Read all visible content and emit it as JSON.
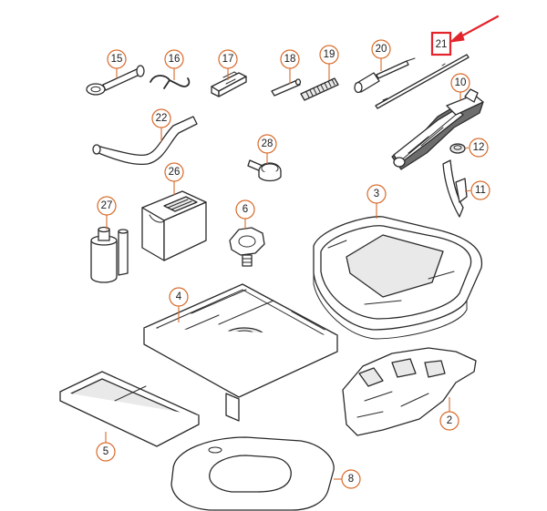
{
  "callouts": {
    "c2": "2",
    "c3": "3",
    "c4": "4",
    "c5": "5",
    "c6": "6",
    "c8": "8",
    "c10": "10",
    "c11": "11",
    "c12": "12",
    "c15": "15",
    "c16": "16",
    "c17": "17",
    "c18": "18",
    "c19": "19",
    "c20": "20",
    "c21": "21",
    "c22": "22",
    "c26": "26",
    "c27": "27",
    "c28": "28"
  },
  "colors": {
    "leader_line": "#d86a2a",
    "highlight_box": "#e3242b",
    "pointer_arrow": "#e3242b",
    "part_stroke": "#2a2a2a"
  },
  "highlighted_callout": "21"
}
